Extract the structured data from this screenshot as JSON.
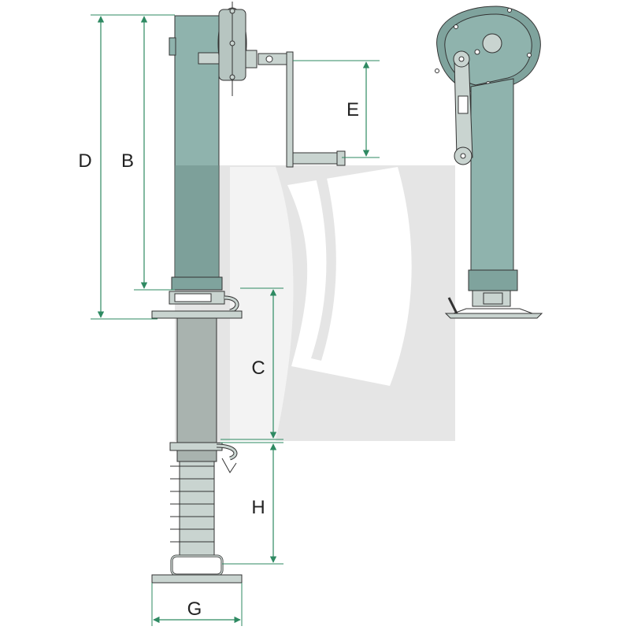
{
  "dimensions": {
    "D": "D",
    "B": "B",
    "E": "E",
    "C": "C",
    "H": "H",
    "G": "G"
  },
  "colors": {
    "body": "#8fb3ad",
    "body_dark": "#7fa39d",
    "body_shadow": "#6f8f8a",
    "lower_tube": "#a9b3af",
    "steel": "#c9d4d0",
    "dimension_line": "#2e8a62",
    "outline": "#333333",
    "watermark": "#dcdcdc"
  },
  "icons": {
    "watermark": "brand-watermark-logo"
  }
}
